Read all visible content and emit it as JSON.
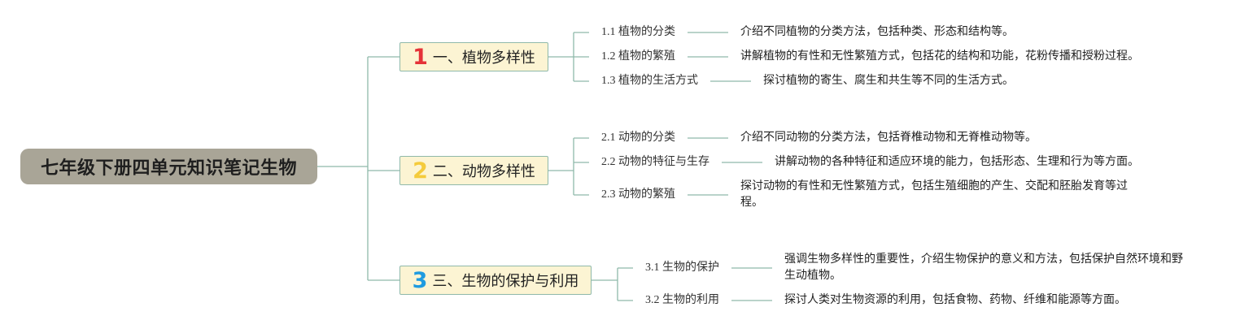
{
  "root": {
    "title": "七年级下册四单元知识笔记生物"
  },
  "branches": [
    {
      "number": "1",
      "color": "#e53238",
      "label": "一、植物多样性",
      "topics": [
        {
          "title": "1.1 植物的分类",
          "desc": "介绍不同植物的分类方法，包括种类、形态和结构等。"
        },
        {
          "title": "1.2 植物的繁殖",
          "desc": "讲解植物的有性和无性繁殖方式，包括花的结构和功能，花粉传播和授粉过程。"
        },
        {
          "title": "1.3 植物的生活方式",
          "desc": "探讨植物的寄生、腐生和共生等不同的生活方式。"
        }
      ]
    },
    {
      "number": "2",
      "color": "#f4cb3c",
      "label": "二、动物多样性",
      "topics": [
        {
          "title": "2.1 动物的分类",
          "desc": "介绍不同动物的分类方法，包括脊椎动物和无脊椎动物等。"
        },
        {
          "title": "2.2 动物的特征与生存",
          "desc": "讲解动物的各种特征和适应环境的能力，包括形态、生理和行为等方面。"
        },
        {
          "title": "2.3 动物的繁殖",
          "desc": "探讨动物的有性和无性繁殖方式，包括生殖细胞的产生、交配和胚胎发育等过程。"
        }
      ]
    },
    {
      "number": "3",
      "color": "#1f9be0",
      "label": "三、生物的保护与利用",
      "topics": [
        {
          "title": "3.1 生物的保护",
          "desc": "强调生物多样性的重要性，介绍生物保护的意义和方法，包括保护自然环境和野生动植物。"
        },
        {
          "title": "3.2 生物的利用",
          "desc": "探讨人类对生物资源的利用，包括食物、药物、纤维和能源等方面。"
        }
      ]
    }
  ],
  "colors": {
    "connector": "#8fb9aa",
    "root_fill": "#a9a597",
    "branch_fill": "#fcf4d3"
  }
}
